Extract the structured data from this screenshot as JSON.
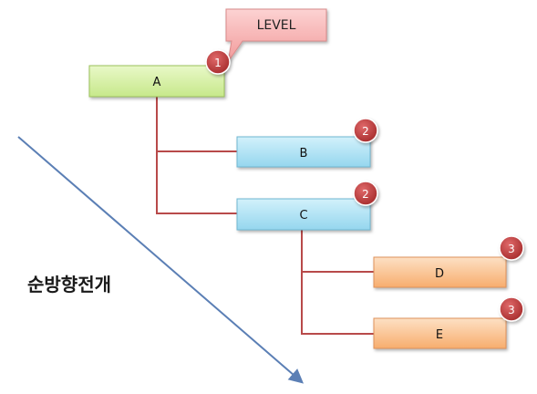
{
  "callout": {
    "label": "LEVEL"
  },
  "nodes": [
    {
      "id": "A",
      "label": "A",
      "level": "1",
      "color": "green"
    },
    {
      "id": "B",
      "label": "B",
      "level": "2",
      "color": "blue"
    },
    {
      "id": "C",
      "label": "C",
      "level": "2",
      "color": "blue"
    },
    {
      "id": "D",
      "label": "D",
      "level": "3",
      "color": "orange"
    },
    {
      "id": "E",
      "label": "E",
      "level": "3",
      "color": "orange"
    }
  ],
  "caption": "순방향전개",
  "colors": {
    "connector": "#b84a4a",
    "arrow": "#5b7fb5",
    "badge": "#b93a3a",
    "callout_fill": "#f9b3b3",
    "green_fill": "#d6f0a8",
    "blue_fill": "#aee2f4",
    "orange_fill": "#fbc79a"
  }
}
